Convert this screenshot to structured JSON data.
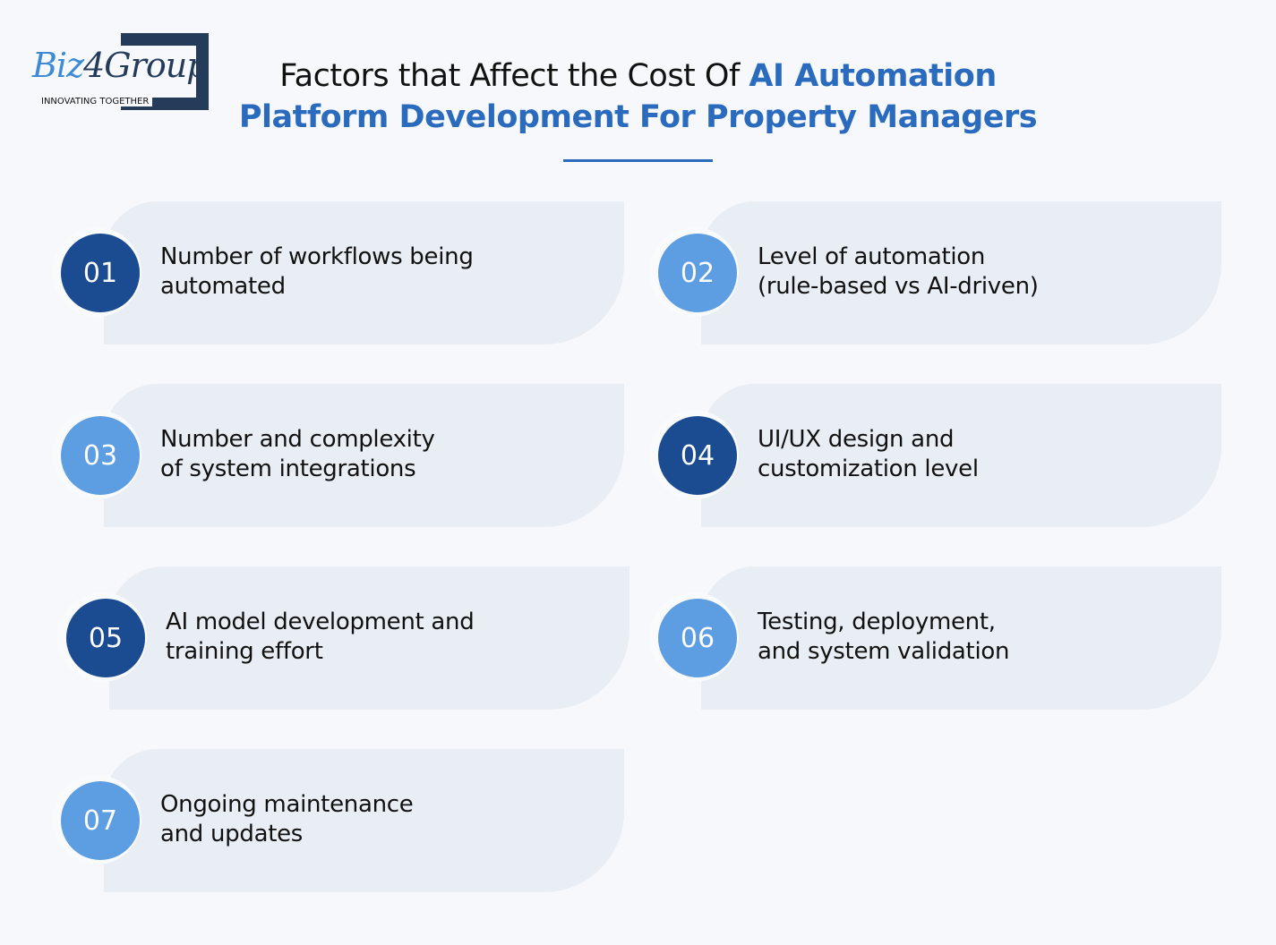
{
  "logo": {
    "text_a": "Biz",
    "text_b": "4",
    "text_c": "Group",
    "tagline": "INNOVATING TOGETHER"
  },
  "title": {
    "plain": "Factors that Affect the Cost Of ",
    "highlight_1": "AI Automation",
    "highlight_2": "Platform Development For Property Managers"
  },
  "colors": {
    "dark": "#1b4b91",
    "light": "#5d9de2",
    "accent": "#2a6bbd"
  },
  "factors": [
    {
      "number": "01",
      "text": "Number of workflows being\nautomated",
      "style": "dark"
    },
    {
      "number": "02",
      "text": "Level of automation\n(rule-based vs AI-driven)",
      "style": "light"
    },
    {
      "number": "03",
      "text": "Number and complexity\nof system integrations",
      "style": "light"
    },
    {
      "number": "04",
      "text": "UI/UX design and\ncustomization level",
      "style": "dark"
    },
    {
      "number": "05",
      "text": "AI model development and\ntraining effort",
      "style": "dark"
    },
    {
      "number": "06",
      "text": "Testing, deployment,\nand system validation",
      "style": "light"
    },
    {
      "number": "07",
      "text": "Ongoing maintenance\nand updates",
      "style": "light"
    }
  ]
}
